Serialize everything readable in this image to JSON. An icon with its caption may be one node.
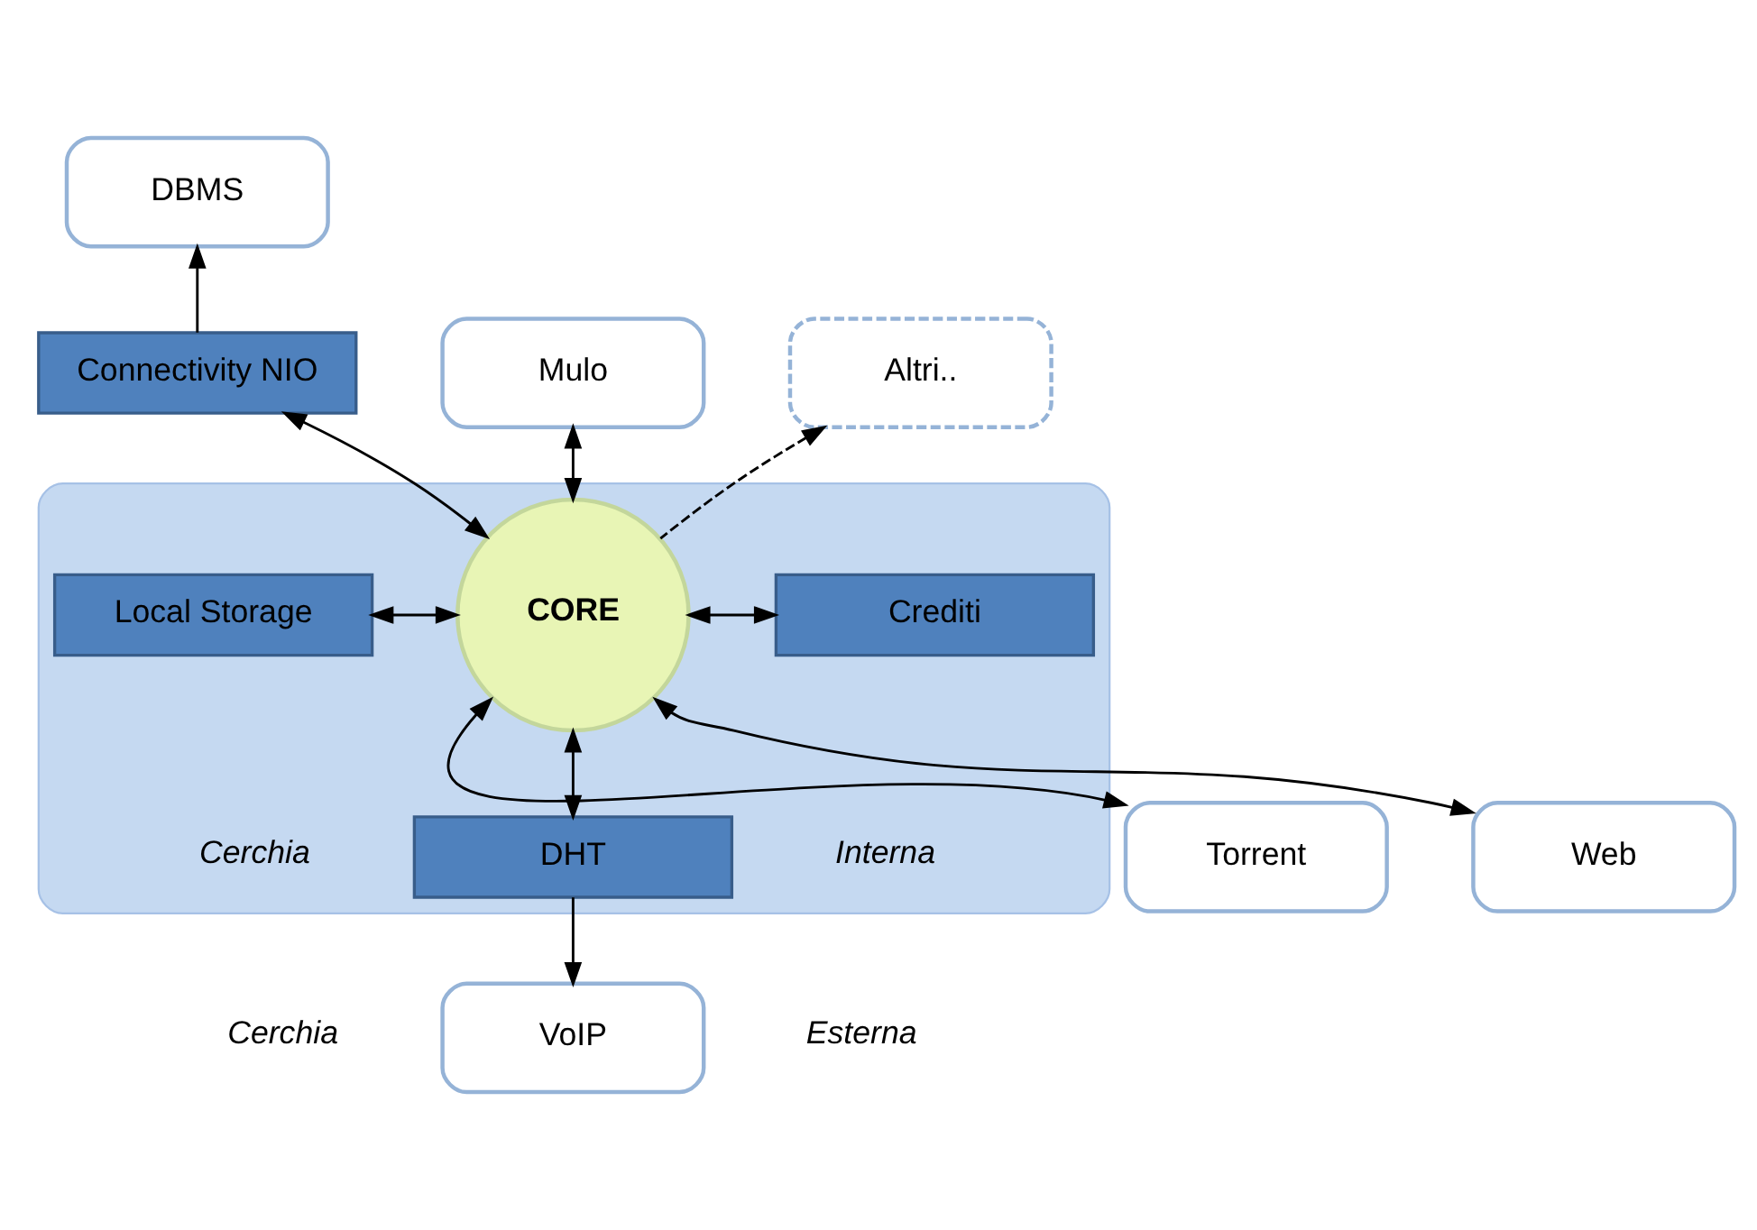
{
  "diagram": {
    "nodes": [
      {
        "text": [],
        "shape": "ellipse"
      },
      {
        "text": [
          "DBMS"
        ]
      },
      {
        "text": [
          "Mulo"
        ]
      },
      {
        "text": [
          "Altri.."
        ]
      },
      {
        "text": [
          "Connectivity NIO"
        ]
      },
      {
        "text": [
          "Local Storage"
        ],
        "in": 0
      },
      {
        "text": [
          "CORE"
        ],
        "in": 0
      },
      {
        "text": [
          "Crediti"
        ],
        "in": 0
      },
      {
        "text": [
          "DHT"
        ],
        "in": 0
      },
      {
        "text": [
          "Torrent"
        ]
      },
      {
        "text": [
          "Web"
        ]
      },
      {
        "text": [
          "VoIP"
        ]
      }
    ],
    "edges": [
      {
        "from": 4,
        "to": 1,
        "arrow": "to"
      },
      {
        "from": 2,
        "to": 6,
        "arrow": "both"
      },
      {
        "from": 6,
        "to": 3,
        "arrow": "to",
        "style": "dashed"
      },
      {
        "from": 4,
        "to": 6,
        "arrow": "both"
      },
      {
        "from": 5,
        "to": 6,
        "arrow": "both"
      },
      {
        "from": 6,
        "to": 7,
        "arrow": "both"
      },
      {
        "from": 6,
        "to": 9,
        "arrow": "both"
      },
      {
        "from": 6,
        "to": 8,
        "arrow": "both"
      },
      {
        "from": 6,
        "to": 10,
        "arrow": "both"
      },
      {
        "from": 8,
        "to": 11,
        "arrow": "to"
      }
    ],
    "labels": [
      "Cerchia",
      "Interna",
      "Cerchia",
      "Esterna"
    ]
  }
}
